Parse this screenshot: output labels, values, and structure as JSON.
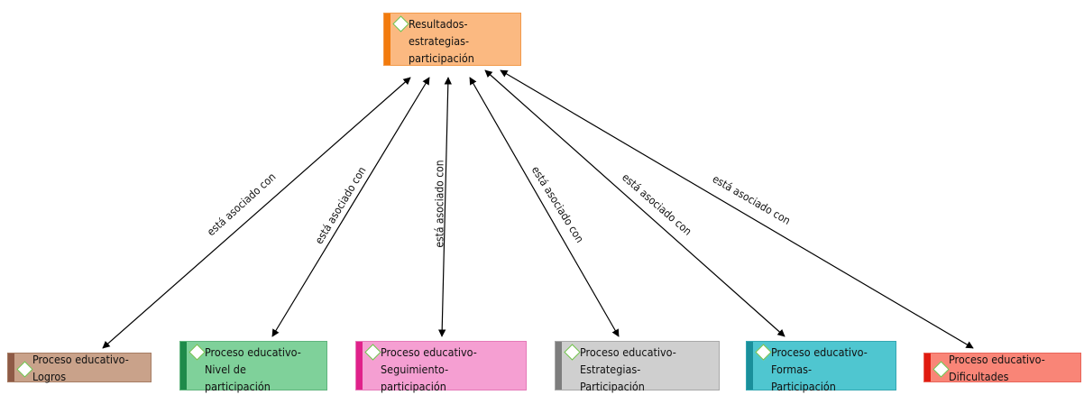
{
  "diagram": {
    "center": {
      "label": "Resultados-estrategias-participación",
      "lines": [
        "Resultados-estrategias-",
        "participación"
      ],
      "fill": "#fbb981",
      "bar": "#f27b0d",
      "border": "#f29a4a"
    },
    "nodes": [
      {
        "id": "logros",
        "lines": [
          "Proceso educativo-Logros"
        ],
        "fill": "#c9a28a",
        "bar": "#8e5a46",
        "border": "#a67c63"
      },
      {
        "id": "nivel",
        "lines": [
          "Proceso educativo-Nivel de",
          "participación"
        ],
        "fill": "#7fd19a",
        "bar": "#1e8a4a",
        "border": "#5fb47d"
      },
      {
        "id": "seguimiento",
        "lines": [
          "Proceso educativo-Seguimiento-",
          "participación"
        ],
        "fill": "#f59fd2",
        "bar": "#e0218a",
        "border": "#e57ab8"
      },
      {
        "id": "estrategias",
        "lines": [
          "Proceso educativo-Estrategias-",
          "Participación"
        ],
        "fill": "#cfcfcf",
        "bar": "#7d7d7d",
        "border": "#a8a8a8"
      },
      {
        "id": "formas",
        "lines": [
          "Proceso educativo-Formas-",
          "Participación"
        ],
        "fill": "#4fc6d0",
        "bar": "#1a8f9b",
        "border": "#34a7b2"
      },
      {
        "id": "dificultades",
        "lines": [
          "Proceso educativo-Dificultades"
        ],
        "fill": "#f98577",
        "bar": "#e01b10",
        "border": "#e8655a"
      }
    ],
    "edges": [
      {
        "from": "center",
        "to": "logros",
        "label": "está asociado con"
      },
      {
        "from": "center",
        "to": "nivel",
        "label": "está asociado con"
      },
      {
        "from": "center",
        "to": "seguimiento",
        "label": "está asociado con"
      },
      {
        "from": "center",
        "to": "estrategias",
        "label": "está asociado con"
      },
      {
        "from": "center",
        "to": "formas",
        "label": "está asociado con"
      },
      {
        "from": "center",
        "to": "dificultades",
        "label": "está asociado con"
      }
    ],
    "edge_color": "#000000"
  }
}
